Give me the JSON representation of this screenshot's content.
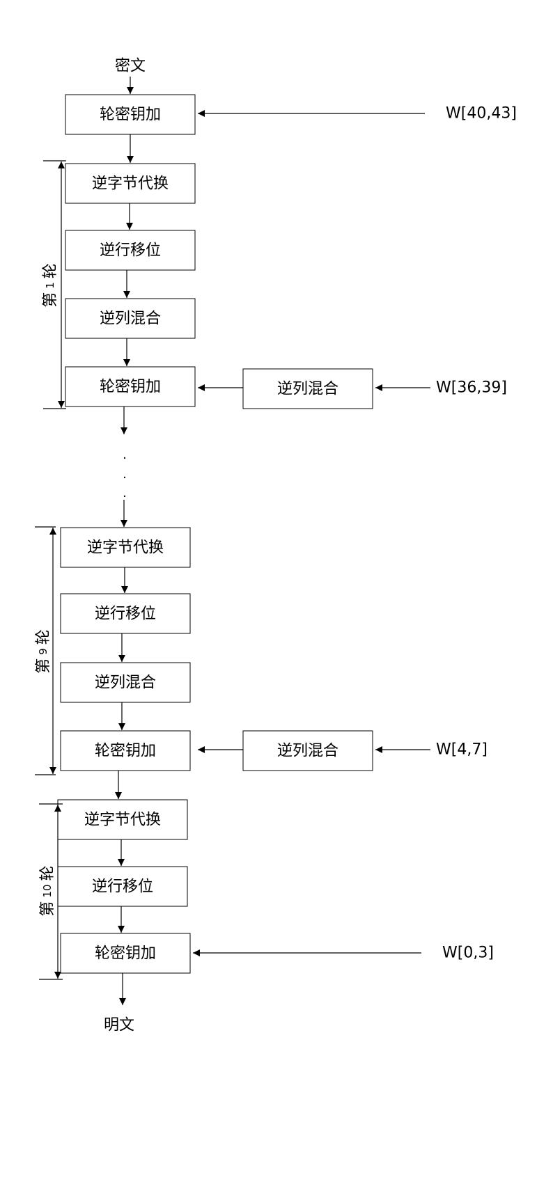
{
  "input_label": "密文",
  "output_label": "明文",
  "initial_add_round_key": "轮密钥加",
  "initial_key": "W[40,43]",
  "rounds": [
    {
      "label_prefix": "第",
      "label_number": "1",
      "label_suffix": "轮",
      "steps": [
        "逆字节代换",
        "逆行移位",
        "逆列混合",
        "轮密钥加"
      ],
      "key_transform": "逆列混合",
      "key": "W[36,39]"
    },
    {
      "label_prefix": "第",
      "label_number": "9",
      "label_suffix": "轮",
      "steps": [
        "逆字节代换",
        "逆行移位",
        "逆列混合",
        "轮密钥加"
      ],
      "key_transform": "逆列混合",
      "key": "W[4,7]"
    },
    {
      "label_prefix": "第",
      "label_number": "10",
      "label_suffix": "轮",
      "steps": [
        "逆字节代换",
        "逆行移位",
        "轮密钥加"
      ],
      "key": "W[0,3]"
    }
  ],
  "ellipsis": [
    ".",
    ".",
    "."
  ]
}
